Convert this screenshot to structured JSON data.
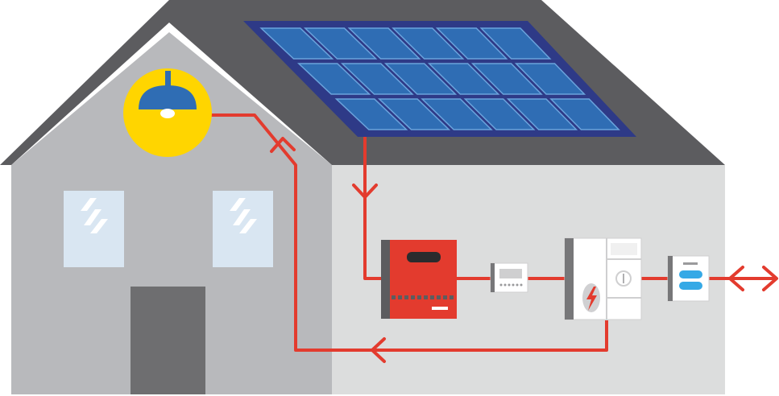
{
  "diagram": {
    "kind": "home solar power system illustration",
    "nodes": [
      {
        "id": "solar-panels",
        "icon": "solar-panel-icon"
      },
      {
        "id": "inverter",
        "icon": "inverter-icon"
      },
      {
        "id": "generation-meter",
        "icon": "meter-icon"
      },
      {
        "id": "distribution-board",
        "icon": "lightning-bolt-icon"
      },
      {
        "id": "grid-meter",
        "icon": "meter-icon"
      },
      {
        "id": "grid",
        "icon": "double-arrow-icon"
      },
      {
        "id": "ceiling-lamp",
        "icon": "lamp-icon"
      }
    ],
    "flows": [
      {
        "from": "solar-panels",
        "to": "inverter",
        "direction": "one-way"
      },
      {
        "from": "inverter",
        "to": "generation-meter",
        "direction": "one-way"
      },
      {
        "from": "generation-meter",
        "to": "distribution-board",
        "direction": "one-way"
      },
      {
        "from": "distribution-board",
        "to": "grid-meter",
        "direction": "one-way"
      },
      {
        "from": "grid-meter",
        "to": "grid",
        "direction": "two-way"
      },
      {
        "from": "distribution-board",
        "to": "ceiling-lamp",
        "direction": "one-way"
      }
    ],
    "solar_panel_grid": {
      "rows": 3,
      "columns": 6
    }
  },
  "colors": {
    "roof": "#5c5c5f",
    "wall_front": "#b8b9bc",
    "wall_side": "#dcdddd",
    "window": "#d9e6f2",
    "door": "#6e6e70",
    "panel_frame": "#2e3a87",
    "panel_cell": "#2f6db4",
    "lamp_glow": "#ffd500",
    "lamp_shade": "#2f6db4",
    "wire": "#e33b2e",
    "inverter": "#e33b2e",
    "device": "#ffffff",
    "device_dark": "#777779",
    "meter_display": "#35a9e6"
  }
}
